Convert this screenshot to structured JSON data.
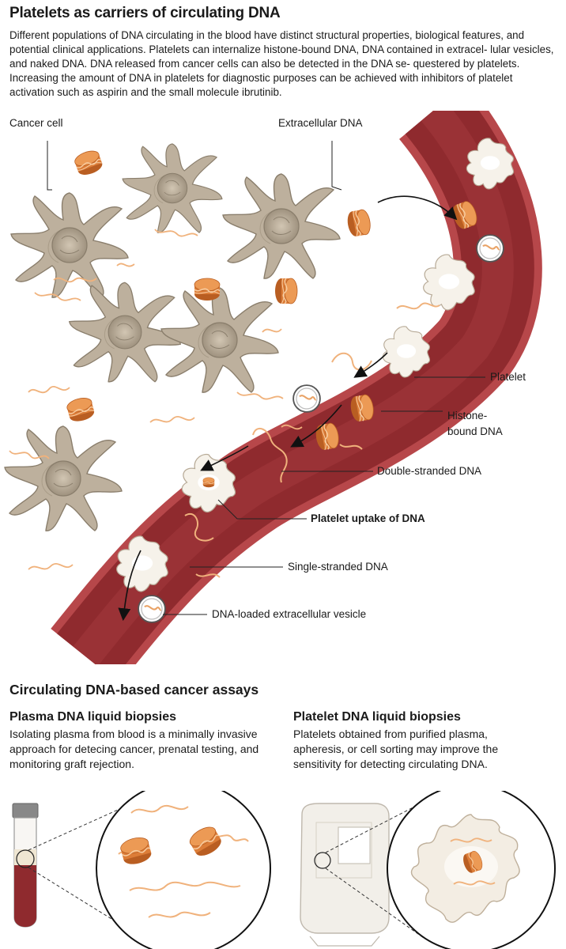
{
  "header": {
    "title": "Platelets as carriers of circulating DNA",
    "description": "Different populations of DNA circulating in the blood have distinct structural properties, biological features, and potential clinical applications. Platelets can internalize histone-bound DNA, DNA contained in extracel- lular vesicles, and naked DNA. DNA released from cancer cells can also be detected in the DNA se- questered by platelets. Increasing the amount of DNA in platelets for diagnostic purposes can be achieved with inhibitors of platelet activation such as aspirin and the small molecule ibrutinib."
  },
  "diagram": {
    "labels": {
      "cancer_cell": "Cancer cell",
      "extracellular_dna": "Extracellular DNA",
      "platelet": "Platelet",
      "histone_line1": "Histone-",
      "histone_line2": "bound DNA",
      "double_stranded": "Double-stranded DNA",
      "platelet_uptake": "Platelet uptake of DNA",
      "single_stranded": "Single-stranded DNA",
      "vesicle": "DNA-loaded extracellular vesicle"
    },
    "colors": {
      "vessel_wall": "#b7474a",
      "vessel_lumen": "#8f2a2e",
      "cancer_cell": "#bdb09d",
      "histone": "#dc7d38",
      "dna": "#f0b27c",
      "platelet": "#f6f2ea"
    }
  },
  "assays": {
    "title": "Circulating DNA-based cancer assays",
    "plasma": {
      "title": "Plasma DNA liquid biopsies",
      "text": "Isolating plasma from blood is a minimally invasive approach for detecing cancer, prenatal testing, and monitoring graft rejection."
    },
    "platelet": {
      "title": "Platelet DNA liquid biopsies",
      "text": "Platelets obtained from purified plasma, apheresis, or cell sorting may improve the sensitivity for detecting circulating DNA."
    }
  }
}
